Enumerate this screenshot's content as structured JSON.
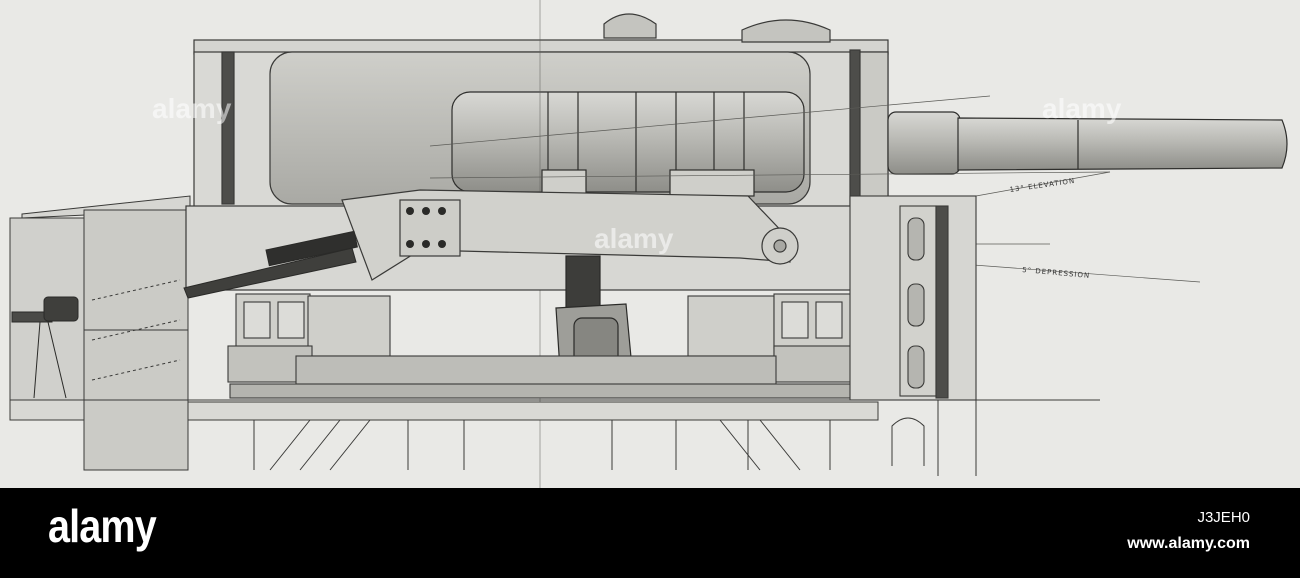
{
  "diagram": {
    "annotations": {
      "elevation": "13° ELEVATION",
      "depression": "5° DEPRESSION"
    },
    "watermark": "alamy"
  },
  "footer": {
    "brand": "alamy",
    "image_id": "J3JEH0",
    "site": "www.alamy.com"
  },
  "colors": {
    "paper": "#e9e9e6",
    "metal": "#c9c9c4",
    "dark_metal": "#8d8d88",
    "line": "#3a3a38",
    "footer_bg": "#000000",
    "footer_text": "#ffffff"
  }
}
